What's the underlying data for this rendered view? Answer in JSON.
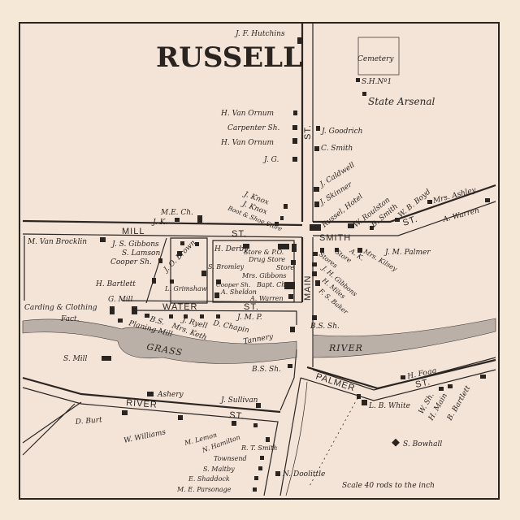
{
  "title": "RUSSELL",
  "scale": "Scale 40 rods to the inch",
  "streets": {
    "mill": "MILL",
    "mill_st": "ST.",
    "smith": "SMITH",
    "smith_st": "ST.",
    "main": "MAIN",
    "main_st": "ST.",
    "water": "WATER",
    "water_st": "ST.",
    "river": "RIVER",
    "river_st": "ST.",
    "palmer": "PALMER",
    "palmer_st": "ST."
  },
  "water": {
    "grass": "GRASS",
    "river": "RIVER"
  },
  "labels": {
    "hutchins": "J. F. Hutchins",
    "cemetery": "Cemetery",
    "sh1": "S.H.Nº1",
    "arsenal": "State Arsenal",
    "vanornum1": "H. Van Ornum",
    "carpenter": "Carpenter Sh.",
    "vanornum2": "H. Van Ornum",
    "jg": "J. G.",
    "goodrich": "J. Goodrich",
    "csmith": "C. Smith",
    "caldwell": "J. Caldwell",
    "skinner": "J. Skinner",
    "hotel": "Russel, Hotel",
    "roulston": "W. Roulston",
    "bsmith": "B. Smith",
    "boyd": "W. B. Boyd",
    "ashley": "Mrs. Ashley",
    "awarren1": "A. Warren",
    "knox1": "J. Knox",
    "knox2": "J. Knox",
    "boot": "Boot & Shoe Store",
    "mech": "M.E. Ch.",
    "jk": "J. K.",
    "vanbrocklin": "M. Van Brocklin",
    "jsgibbons": "J. S. Gibbons",
    "lamson": "S. Lamson",
    "cooper": "Cooper Sh.",
    "jobrown": "J. O. Brown",
    "derby": "H. Derby",
    "storepo": "Store & P.O.",
    "drug": "Drug Store",
    "store": "Store",
    "mrsgibbons": "Mrs. Gibbons",
    "bromley": "S. Bromley",
    "cooper2": "Cooper Sh.",
    "baptch": "Bapt. Ch.",
    "sheldon": "A. Sheldon",
    "awarren2": "A. Warren",
    "bartlett": "H. Bartlett",
    "grimshaw": "L. Grimshaw",
    "gmill": "G. Mill",
    "carding": "Carding & Clothing",
    "fact": "Fact.",
    "bs": "B.S.",
    "planing": "Planing Mill",
    "ryell": "J. Ryell",
    "keth": "Mrs. Keth",
    "chapin": "D. Chapin",
    "jmp": "J. M. P.",
    "tannery": "Tannery",
    "smill": "S. Mill",
    "bssh1": "B.S. Sh.",
    "palmer": "J. M. Palmer",
    "kilsey": "Mrs. Kilsey",
    "ak": "A. K.",
    "store2": "Store",
    "stores": "Stores",
    "jhgibbons": "J. H. Gibbons",
    "hmiles": "H. Miles",
    "fsbaker": "F. S. Baker",
    "bssh2": "B.S. Sh.",
    "fogg": "H. Fogg",
    "lbwhite": "L. B. White",
    "wsh": "W. Sh.",
    "hmain": "H. Main",
    "bbartlett": "B. Bartlett",
    "bowhall": "S. Bowhall",
    "ashery": "Ashery",
    "sullivan": "J. Sullivan",
    "dburt": "D. Burt",
    "williams": "W. Williams",
    "lemon": "M. Lemon",
    "hamilton": "N. Hamilton",
    "rtsmith": "R. T. Smith",
    "townsend": "Townsend",
    "maltby": "S. Maltby",
    "shaddock": "E. Shaddock",
    "parsonage": "M. E. Parsonage",
    "doolittle": "N. Doolittle"
  }
}
